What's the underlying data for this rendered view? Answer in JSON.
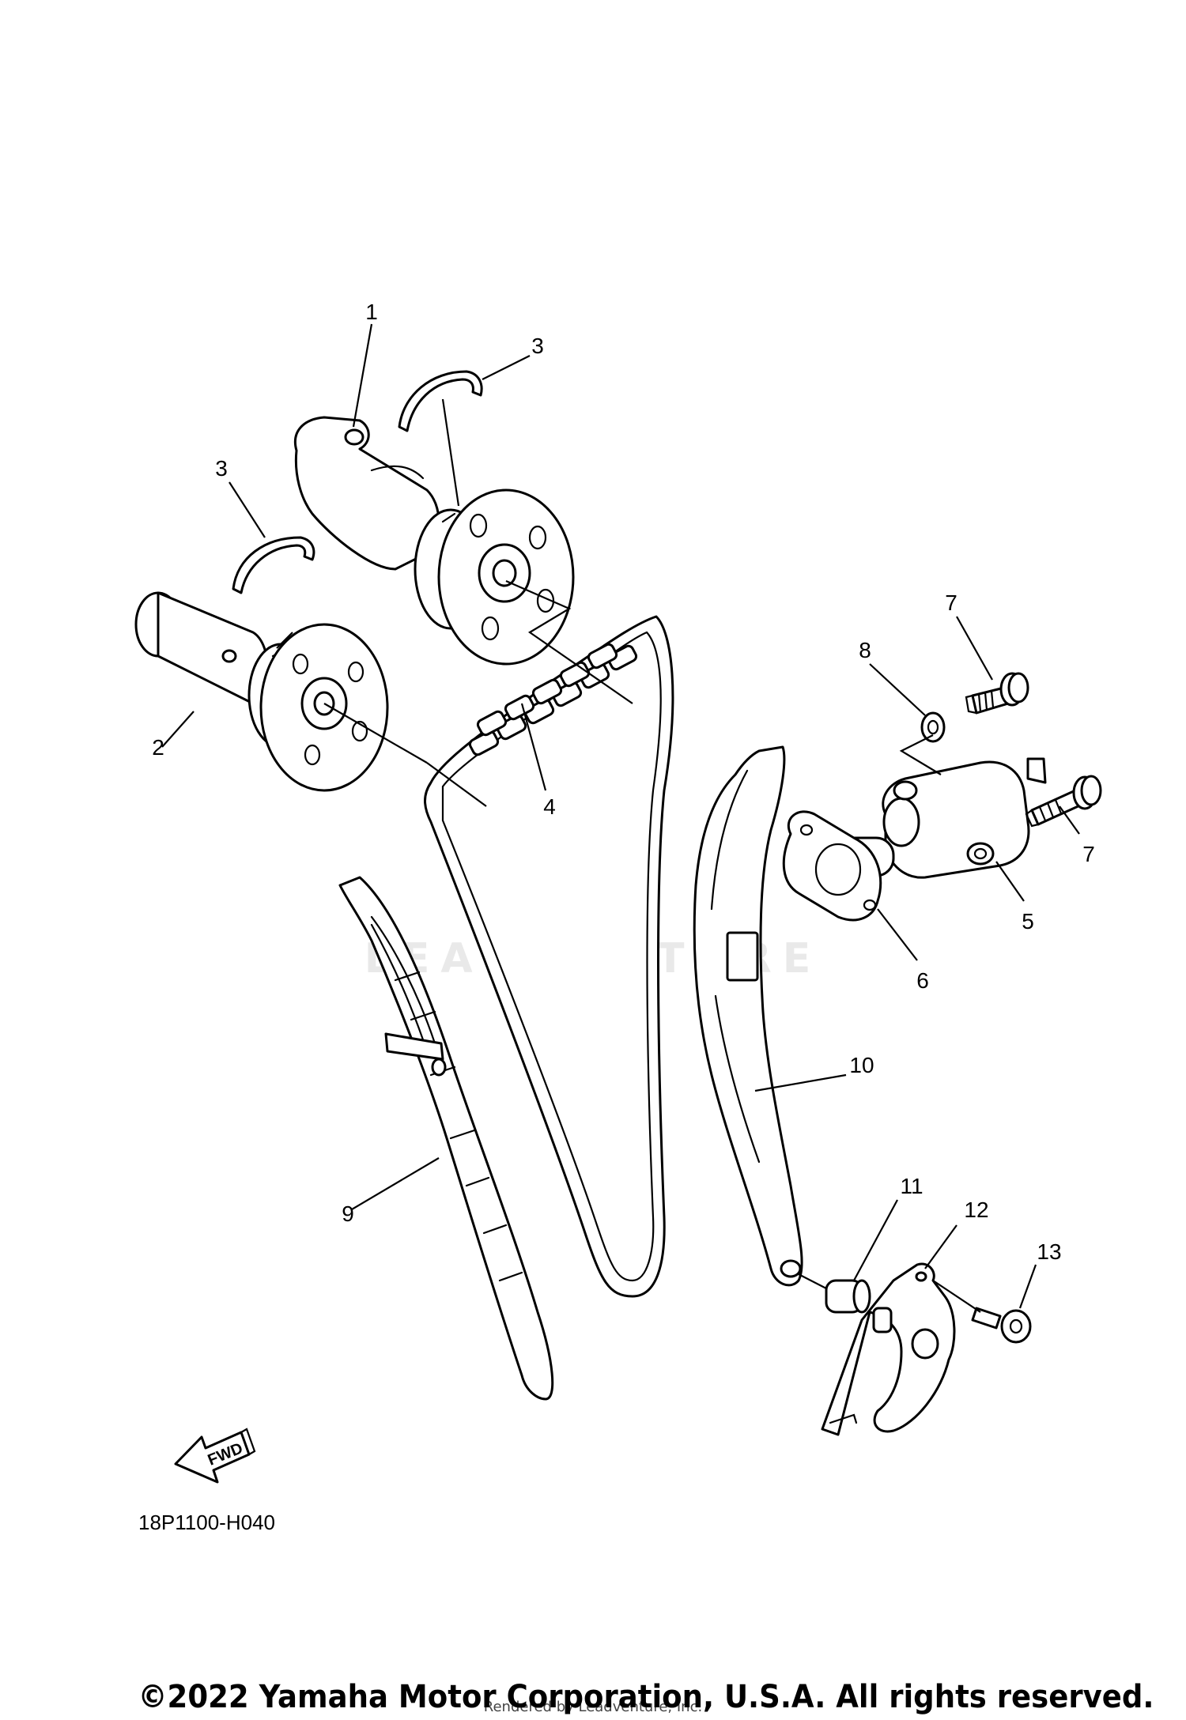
{
  "diagram": {
    "callouts": [
      {
        "id": "c1",
        "label": "1"
      },
      {
        "id": "c2",
        "label": "2"
      },
      {
        "id": "c3a",
        "label": "3"
      },
      {
        "id": "c3b",
        "label": "3"
      },
      {
        "id": "c4",
        "label": "4"
      },
      {
        "id": "c5",
        "label": "5"
      },
      {
        "id": "c6",
        "label": "6"
      },
      {
        "id": "c7a",
        "label": "7"
      },
      {
        "id": "c7b",
        "label": "7"
      },
      {
        "id": "c8",
        "label": "8"
      },
      {
        "id": "c9",
        "label": "9"
      },
      {
        "id": "c10",
        "label": "10"
      },
      {
        "id": "c11",
        "label": "11"
      },
      {
        "id": "c12",
        "label": "12"
      },
      {
        "id": "c13",
        "label": "13"
      }
    ],
    "fwd_label": "FWD",
    "diagram_code": "18P1100-H040",
    "watermark": "LEADVENTURE",
    "copyright": "©2022 Yamaha Motor Corporation, U.S.A. All rights reserved.",
    "rendered_by": "Rendered by Leadventure, Inc."
  }
}
